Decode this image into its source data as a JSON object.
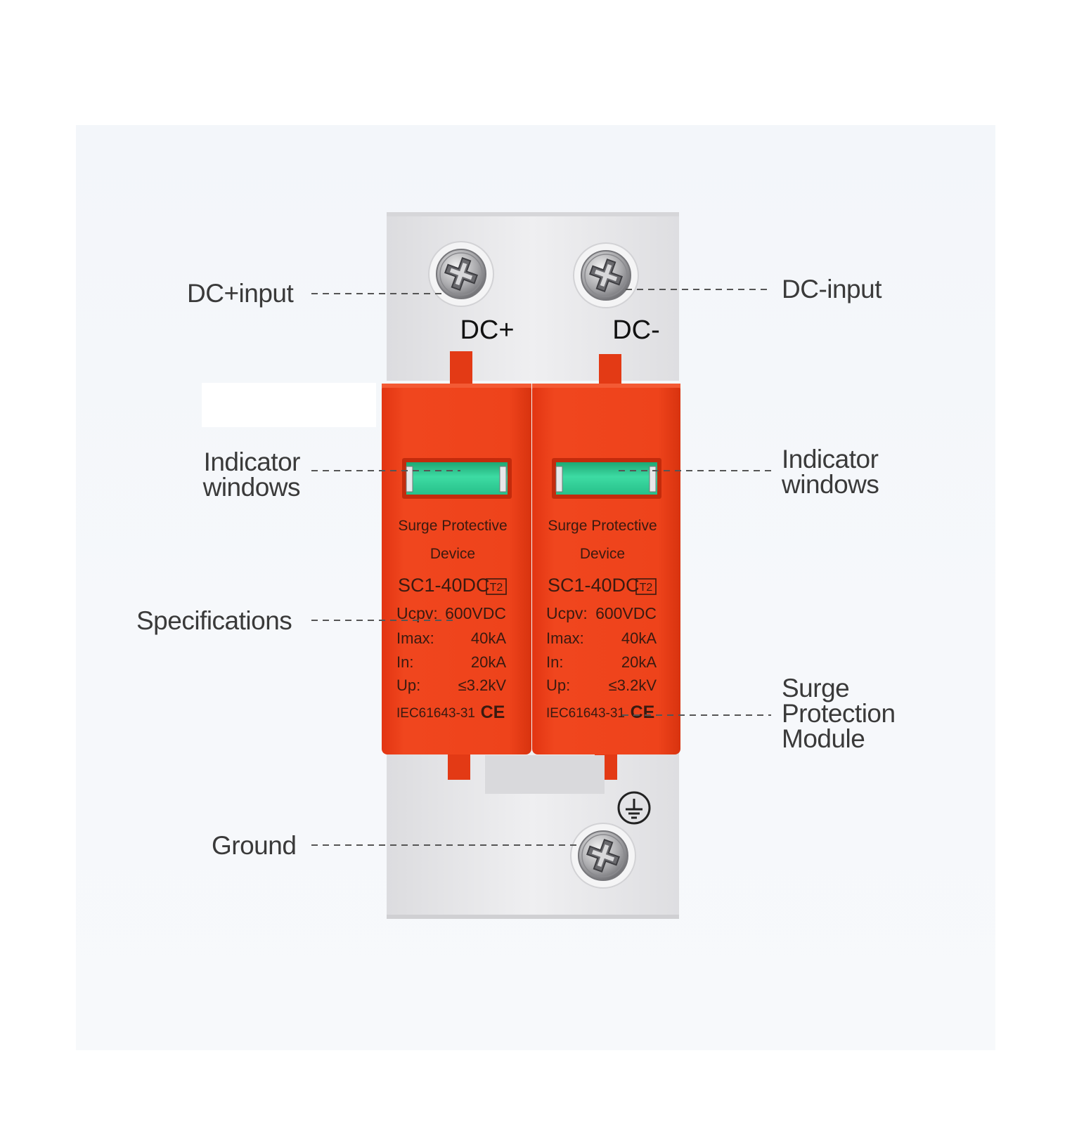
{
  "callouts": {
    "dc_plus_input": "DC+input",
    "dc_minus_input": "DC-input",
    "indicator_left": [
      "Indicator",
      "windows"
    ],
    "indicator_right": [
      "Indicator",
      "windows"
    ],
    "specifications": "Specifications",
    "surge_module": [
      "Surge",
      "Protection",
      "Module"
    ],
    "ground": "Ground"
  },
  "terminals": {
    "plus": "DC+",
    "minus": "DC-"
  },
  "module": {
    "title_line1": "Surge Protective",
    "title_line2": "Device",
    "model": "SC1-40DC",
    "type_badge": "T2",
    "specs": [
      {
        "key": "Ucpv:",
        "value": "600VDC"
      },
      {
        "key": "Imax:",
        "value": "40kA"
      },
      {
        "key": "In:",
        "value": "20kA"
      },
      {
        "key": "Up:",
        "value": "≤3.2kV"
      }
    ],
    "standard": "IEC61643-31",
    "mark": "CE"
  },
  "icons": {
    "ground_symbol": "ground-icon",
    "screw": "screw-icon"
  },
  "colors": {
    "module_orange": "#ec3f1a",
    "housing_white": "#ebebed",
    "indicator_green": "#2fd49a",
    "label_text": "#3a3a3a"
  }
}
